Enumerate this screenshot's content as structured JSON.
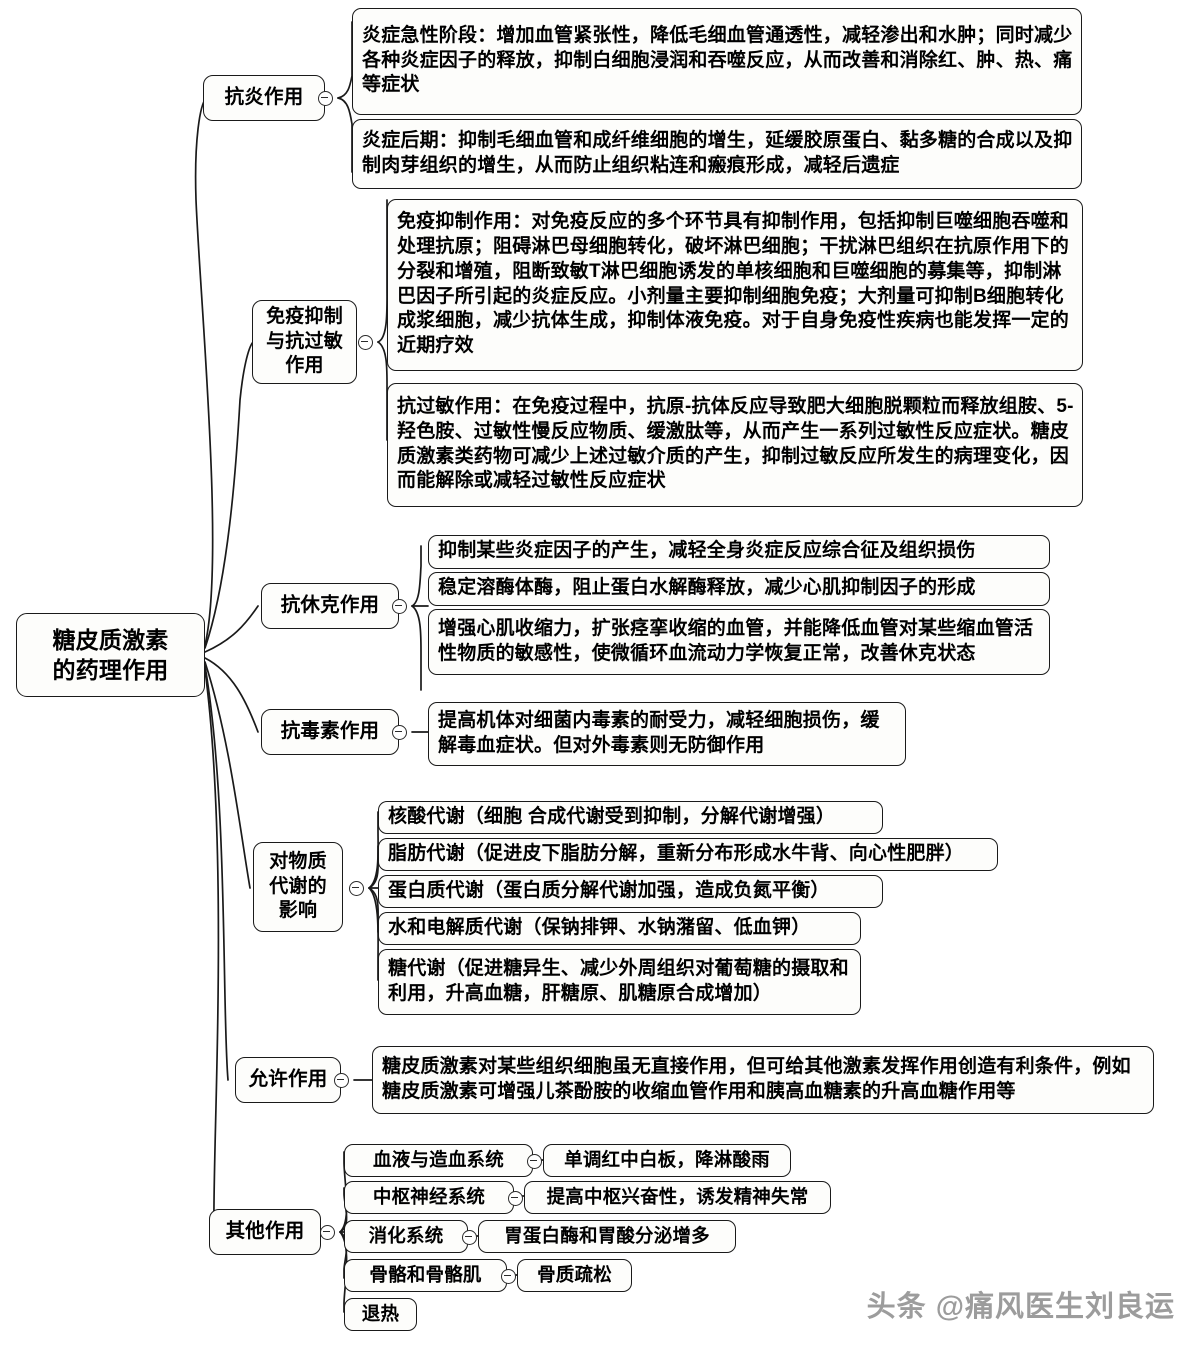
{
  "diagram": {
    "type": "mindmap",
    "root": {
      "label": "糖皮质激素\n的药理作用"
    },
    "watermark": "头条 @痛风医生刘良运",
    "toggle_icon": "collapse-minus-circle-icon",
    "colors": {
      "node_border": "#1a1a1a",
      "node_fill": "#fdfdfb",
      "text": "#000000",
      "connector": "#1a1a1a",
      "watermark": "#555555"
    },
    "branches": [
      {
        "id": "anti-inflammatory",
        "label": "抗炎作用",
        "children": [
          {
            "id": "acute-phase",
            "text": "炎症急性阶段：增加血管紧张性，降低毛细血管通透性，减轻渗出和水肿；同时减少各种炎症因子的释放，抑制白细胞浸润和吞噬反应，从而改善和消除红、肿、热、痛等症状"
          },
          {
            "id": "late-phase",
            "text": "炎症后期：抑制毛细血管和成纤维细胞的增生，延缓胶原蛋白、黏多糖的合成以及抑制肉芽组织的增生，从而防止组织粘连和瘢痕形成，减轻后遗症"
          }
        ]
      },
      {
        "id": "immunosuppression-antiallergy",
        "label": "免疫抑制\n与抗过敏\n作用",
        "children": [
          {
            "id": "immunosuppression",
            "text": "免疫抑制作用：对免疫反应的多个环节具有抑制作用，包括抑制巨噬细胞吞噬和处理抗原；阻碍淋巴母细胞转化，破坏淋巴细胞；干扰淋巴组织在抗原作用下的分裂和增殖，阻断致敏T淋巴细胞诱发的单核细胞和巨噬细胞的募集等，抑制淋巴因子所引起的炎症反应。小剂量主要抑制细胞免疫；大剂量可抑制B细胞转化成浆细胞，减少抗体生成，抑制体液免疫。对于自身免疫性疾病也能发挥一定的近期疗效"
          },
          {
            "id": "antiallergy",
            "text": "抗过敏作用：在免疫过程中，抗原-抗体反应导致肥大细胞脱颗粒而释放组胺、5-羟色胺、过敏性慢反应物质、缓激肽等，从而产生一系列过敏性反应症状。糖皮质激素类药物可减少上述过敏介质的产生，抑制过敏反应所发生的病理变化，因而能解除或减轻过敏性反应症状"
          }
        ]
      },
      {
        "id": "anti-shock",
        "label": "抗休克作用",
        "children": [
          {
            "id": "shock-1",
            "text": "抑制某些炎症因子的产生，减轻全身炎症反应综合征及组织损伤"
          },
          {
            "id": "shock-2",
            "text": "稳定溶酶体酶，阻止蛋白水解酶释放，减少心肌抑制因子的形成"
          },
          {
            "id": "shock-3",
            "text": "增强心肌收缩力，扩张痉挛收缩的血管，并能降低血管对某些缩血管活性物质的敏感性，使微循环血流动力学恢复正常，改善休克状态"
          }
        ]
      },
      {
        "id": "anti-toxin",
        "label": "抗毒素作用",
        "children": [
          {
            "id": "toxin-1",
            "text": "提高机体对细菌内毒素的耐受力，减轻细胞损伤，缓解毒血症状。但对外毒素则无防御作用"
          }
        ]
      },
      {
        "id": "metabolism",
        "label": "对物质\n代谢的\n影响",
        "children": [
          {
            "id": "nucleic-acid",
            "text": "核酸代谢（细胞 合成代谢受到抑制，分解代谢增强）"
          },
          {
            "id": "fat",
            "text": "脂肪代谢（促进皮下脂肪分解，重新分布形成水牛背、向心性肥胖）"
          },
          {
            "id": "protein",
            "text": "蛋白质代谢（蛋白质分解代谢加强，造成负氮平衡）"
          },
          {
            "id": "water-electrolyte",
            "text": "水和电解质代谢（保钠排钾、水钠潴留、低血钾）"
          },
          {
            "id": "glucose",
            "text": "糖代谢（促进糖异生、减少外周组织对葡萄糖的摄取和利用，升高血糖，肝糖原、肌糖原合成增加）"
          }
        ]
      },
      {
        "id": "permissive",
        "label": "允许作用",
        "children": [
          {
            "id": "permissive-1",
            "text": "糖皮质激素对某些组织细胞虽无直接作用，但可给其他激素发挥作用创造有利条件，例如糖皮质激素可增强儿茶酚胺的收缩血管作用和胰高血糖素的升高血糖作用等"
          }
        ]
      },
      {
        "id": "other-effects",
        "label": "其他作用",
        "children": [
          {
            "id": "blood-system",
            "text": "血液与造血系统",
            "detail": "单调红中白板，降淋酸雨"
          },
          {
            "id": "cns",
            "text": "中枢神经系统",
            "detail": "提高中枢兴奋性，诱发精神失常"
          },
          {
            "id": "digestive",
            "text": "消化系统",
            "detail": "胃蛋白酶和胃酸分泌增多"
          },
          {
            "id": "bone-muscle",
            "text": "骨骼和骨骼肌",
            "detail": "骨质疏松"
          },
          {
            "id": "antipyretic",
            "text": "退热",
            "detail": ""
          }
        ]
      }
    ]
  }
}
